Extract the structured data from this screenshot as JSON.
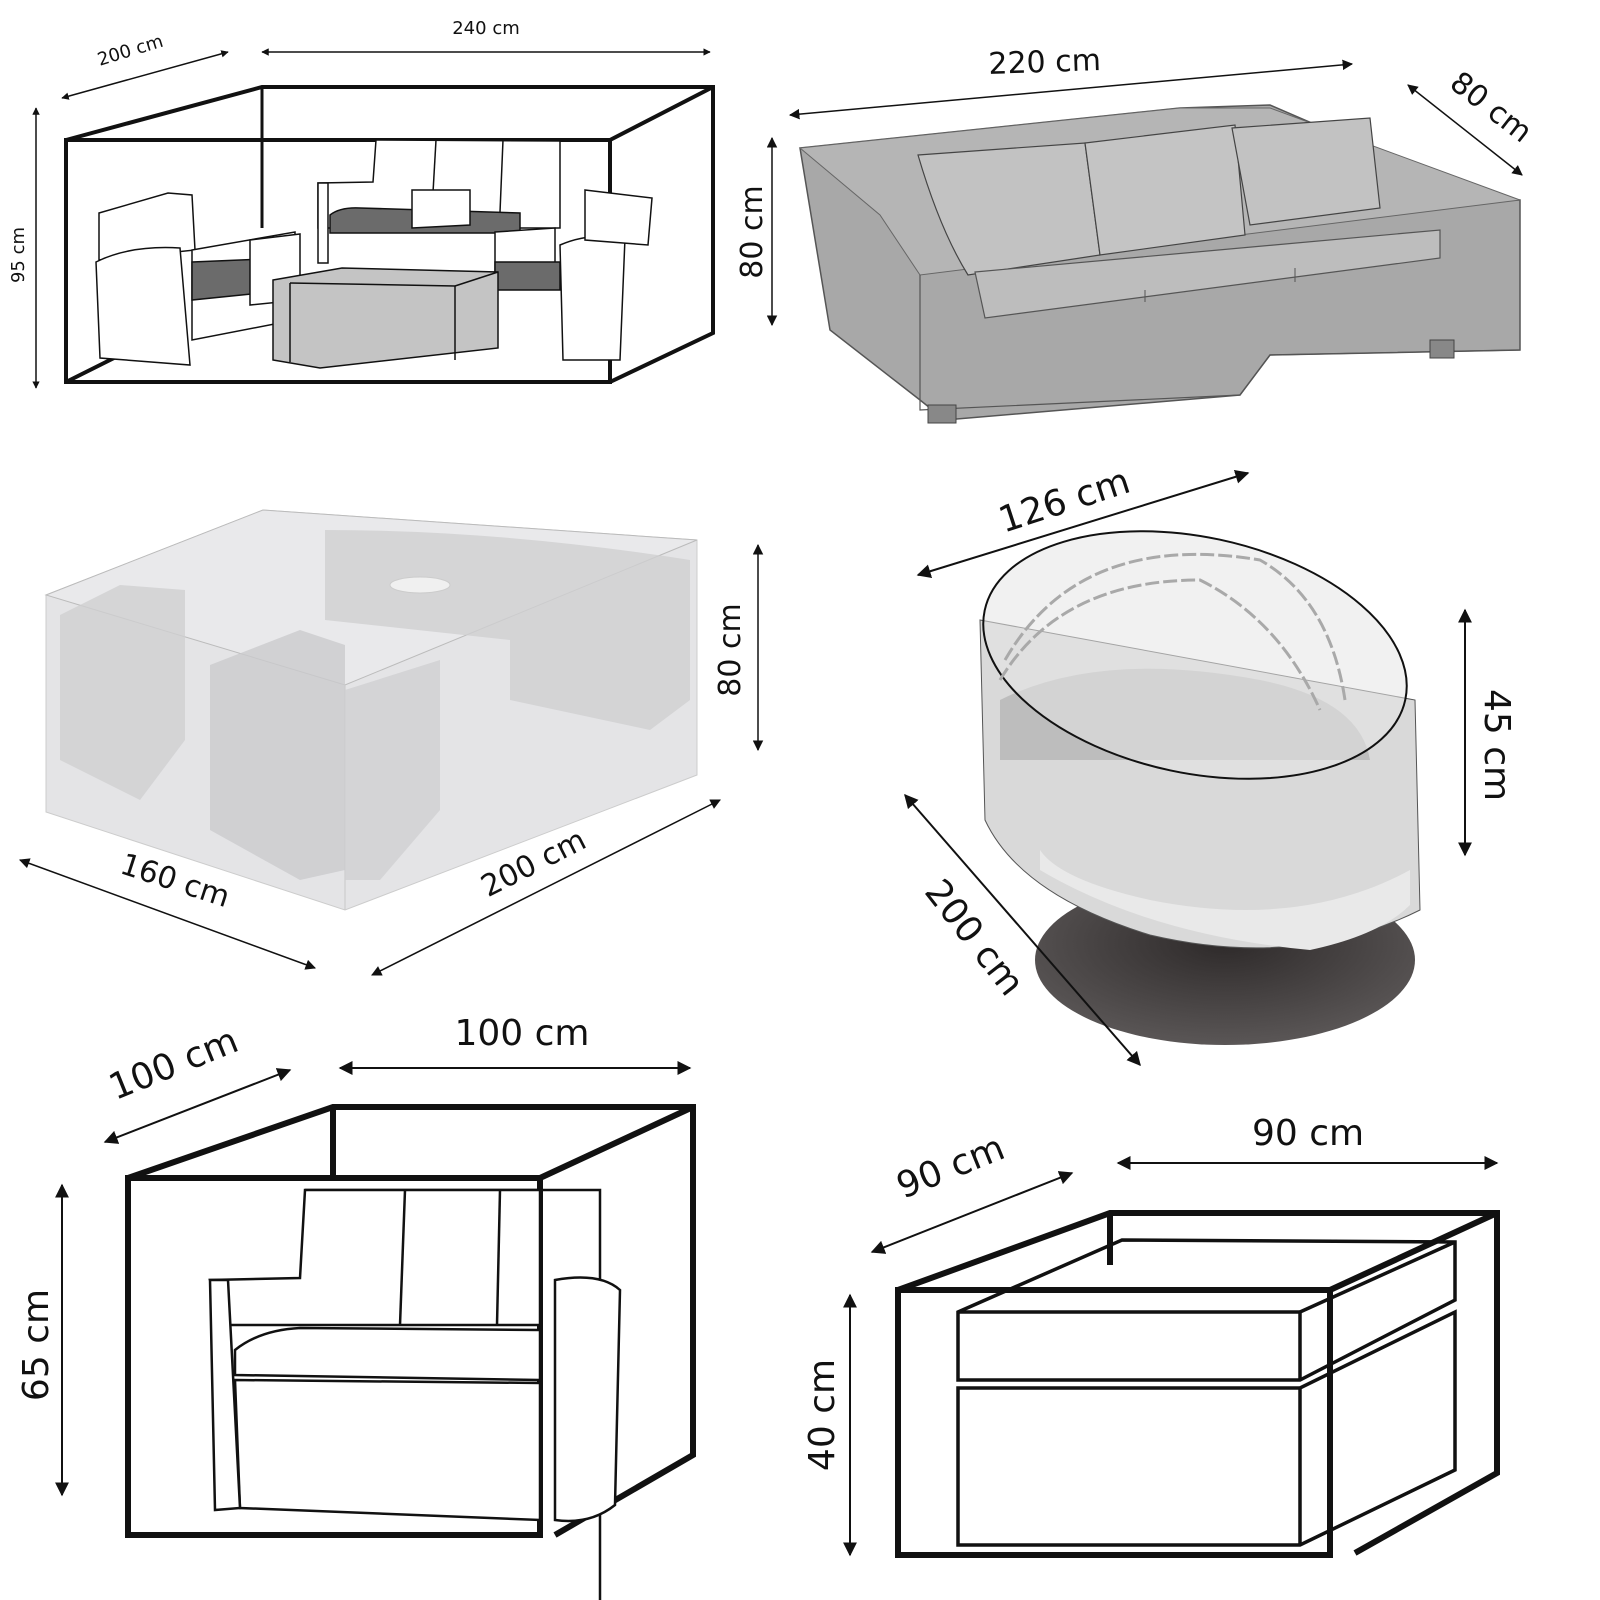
{
  "title": "Furniture cover size diagrams",
  "panels": [
    {
      "id": "lounge-set-cover",
      "item": "lounge set with two armchairs, sofa and coffee table",
      "style": "line drawing",
      "dimensions": {
        "width": "240 cm",
        "depth": "200 cm",
        "height": "95 cm"
      }
    },
    {
      "id": "sofa-cover",
      "item": "three-seat sofa with cushions under transparent cover",
      "style": "grey shaded",
      "dimensions": {
        "width": "220 cm",
        "depth": "80 cm",
        "height": "80 cm"
      }
    },
    {
      "id": "dining-set-cover",
      "item": "rectangular dining set under translucent cover",
      "style": "light grey translucent",
      "dimensions": {
        "width": "200 cm",
        "depth": "160 cm",
        "height": "80 cm"
      }
    },
    {
      "id": "daybed-cover",
      "item": "round daybed with canopy under oval cover",
      "style": "grey shaded with shadow",
      "dimensions": {
        "width": "126 cm",
        "depth": "200 cm",
        "height": "45 cm"
      }
    },
    {
      "id": "armchair-cover",
      "item": "single armchair",
      "style": "line drawing",
      "dimensions": {
        "width": "100 cm",
        "depth": "100 cm",
        "height": "65 cm"
      }
    },
    {
      "id": "footstool-cover",
      "item": "cushioned footstool / ottoman",
      "style": "line drawing",
      "dimensions": {
        "width": "90 cm",
        "depth": "90 cm",
        "height": "40 cm"
      }
    }
  ],
  "colors": {
    "line": "#111111",
    "cushion_dark": "#6b6b6b",
    "table_grey": "#c4c4c4",
    "cover_grey": "#9e9e9e",
    "cover_light": "#e2e2e4",
    "shadow": "#3e3a3a"
  }
}
